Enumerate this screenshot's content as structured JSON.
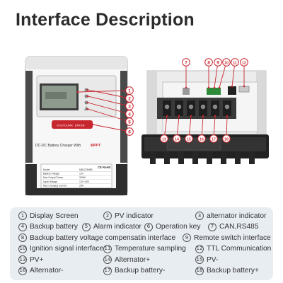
{
  "title": "Interface Description",
  "device": {
    "brand_mark": "CE RoHS",
    "model_label": "DC-DC Battery Charger With",
    "model_highlight": "MPPT",
    "buttons": [
      "VOLT/CURR",
      "ENTER"
    ],
    "spec_rows": [
      {
        "label": "Model",
        "value": "MB1225/MB"
      },
      {
        "label": "Battery Voltage",
        "value": "12V"
      },
      {
        "label": "Max Output Power",
        "value": "300W"
      },
      {
        "label": "Input Voltage",
        "value": "12V~40V"
      },
      {
        "label": "Max Charging Current",
        "value": "25A"
      }
    ]
  },
  "callouts_left": [
    "1",
    "2",
    "3",
    "4",
    "5",
    "6"
  ],
  "callouts_top": [
    "7",
    "8",
    "9",
    "10",
    "11",
    "12"
  ],
  "callouts_bottom": [
    "13",
    "14",
    "15",
    "16",
    "17",
    "18"
  ],
  "colors": {
    "accent_red": "#c8262e",
    "legend_bg": "#e8edf2",
    "title": "#2b2b2b"
  },
  "legend": [
    [
      {
        "num": "1",
        "text": "Display Screen"
      },
      {
        "num": "2",
        "text": "PV indicator"
      },
      {
        "num": "3",
        "text": "alternator indicator"
      }
    ],
    [
      {
        "num": "4",
        "text": "Backup battery"
      },
      {
        "num": "5",
        "text": "Alarm indicator"
      },
      {
        "num": "6",
        "text": "Operation key"
      },
      {
        "num": "7",
        "text": "CAN,RS485"
      }
    ],
    [
      {
        "num": "8",
        "text": "Backup battery voltage compensatin interface"
      },
      {
        "num": "9",
        "text": "Remote switch interface"
      }
    ],
    [
      {
        "num": "10",
        "text": "Ignition signal interface"
      },
      {
        "num": "11",
        "text": "Temperature sampling"
      },
      {
        "num": "12",
        "text": "TTL Communication"
      }
    ],
    [
      {
        "num": "13",
        "text": "PV+"
      },
      {
        "num": "14",
        "text": "Alternator+"
      },
      {
        "num": "15",
        "text": "PV-"
      }
    ],
    [
      {
        "num": "16",
        "text": "Alternator-"
      },
      {
        "num": "17",
        "text": "Backup battery-"
      },
      {
        "num": "18",
        "text": "Backup battery+"
      }
    ]
  ]
}
